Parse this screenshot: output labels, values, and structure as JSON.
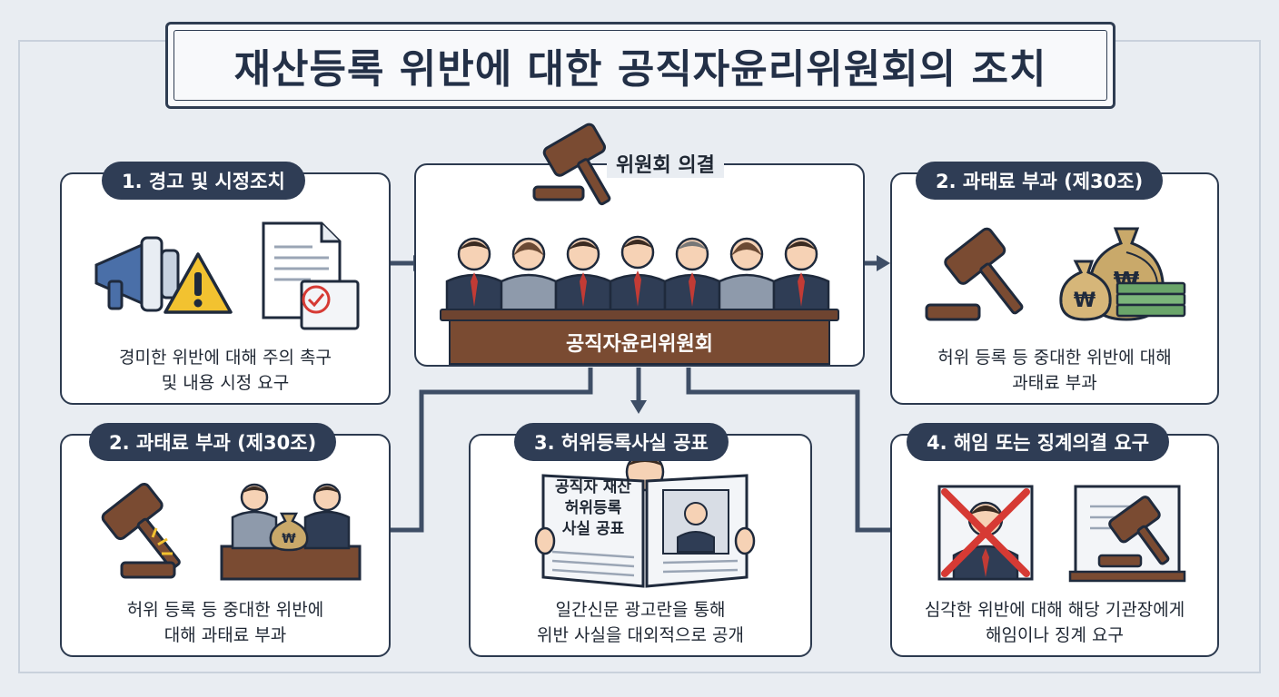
{
  "title": "재산등록 위반에 대한 공직자윤리위원회의 조치",
  "committee": {
    "resolution_label": "위원회 의결",
    "desk_label": "공직자윤리위원회"
  },
  "warning": {
    "label": "1. 경고 및 시정조치",
    "desc_line1": "경미한 위반에 대해 주의 촉구",
    "desc_line2": "및 내용 시정 요구"
  },
  "fine_right": {
    "label": "2. 과태료 부과 (제30조)",
    "desc_line1": "허위 등록 등 중대한 위반에 대해",
    "desc_line2": "과태료 부과"
  },
  "fine_left": {
    "label": "2. 과태료 부과 (제30조)",
    "desc_line1": "허위 등록 등 중대한 위반에",
    "desc_line2": "대해 과태료 부과"
  },
  "announce": {
    "label": "3. 허위등록사실 공표",
    "newspaper_line1": "공직자 재산",
    "newspaper_line2": "허위등록",
    "newspaper_line3": "사실 공표",
    "desc_line1": "일간신문 광고란을 통해",
    "desc_line2": "위반 사실을 대외적으로 공개"
  },
  "dismissal": {
    "label": "4. 해임 또는 징계의결 요구",
    "desc_line1": "심각한 위반에 대해 해당 기관장에게",
    "desc_line2": "해임이나 징계 요구"
  },
  "icons": {
    "warning": [
      "megaphone-icon",
      "warning-triangle-icon",
      "document-check-icon"
    ],
    "fine": [
      "gavel-icon",
      "money-bag-icon",
      "cash-stack-icon"
    ],
    "announce": [
      "newspaper-icon"
    ],
    "dismissal": [
      "crossed-out-official-icon",
      "gavel-on-board-icon"
    ]
  },
  "colors": {
    "navy": "#2f3d55",
    "wood": "#7a4b32",
    "danger": "#d63a34",
    "warning_yellow": "#f2c230",
    "money": "#c9a96a"
  }
}
